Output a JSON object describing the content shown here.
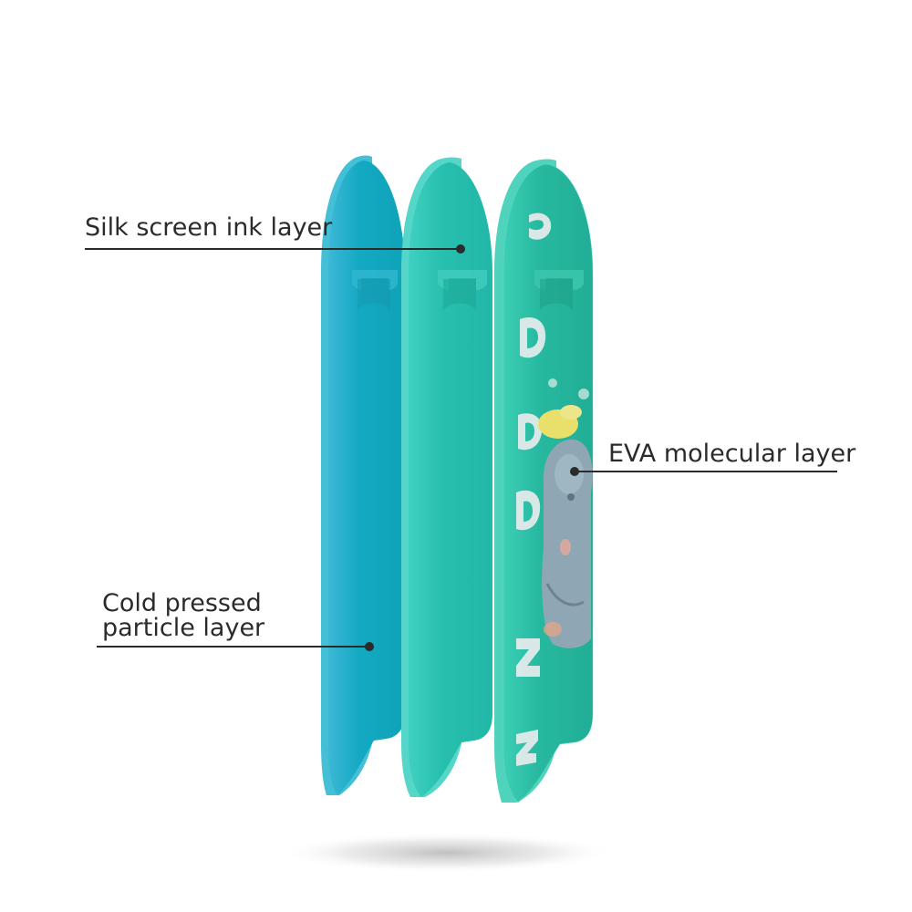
{
  "labels": {
    "silk_screen": "Silk screen ink layer",
    "eva": "EVA molecular layer",
    "cold_pressed_line1": "Cold pressed",
    "cold_pressed_line2": "particle layer"
  },
  "colors": {
    "cold_pressed_layer": "#16a8c0",
    "cold_pressed_edge": "#45bfd6",
    "silk_screen_layer": "#2cc1b2",
    "silk_screen_edge": "#55d6c8",
    "eva_layer": "#2ab7a0",
    "eva_edge": "#4fd3bd",
    "leader_line": "#2b2b2b",
    "shadow": "#9a9a9a",
    "graphic_elephant": "#8fa7b5",
    "graphic_hat": "#e8e06a",
    "graphic_text": "#e6ecec"
  },
  "icons": {
    "elephant_graphic": "elephant-illustration"
  }
}
